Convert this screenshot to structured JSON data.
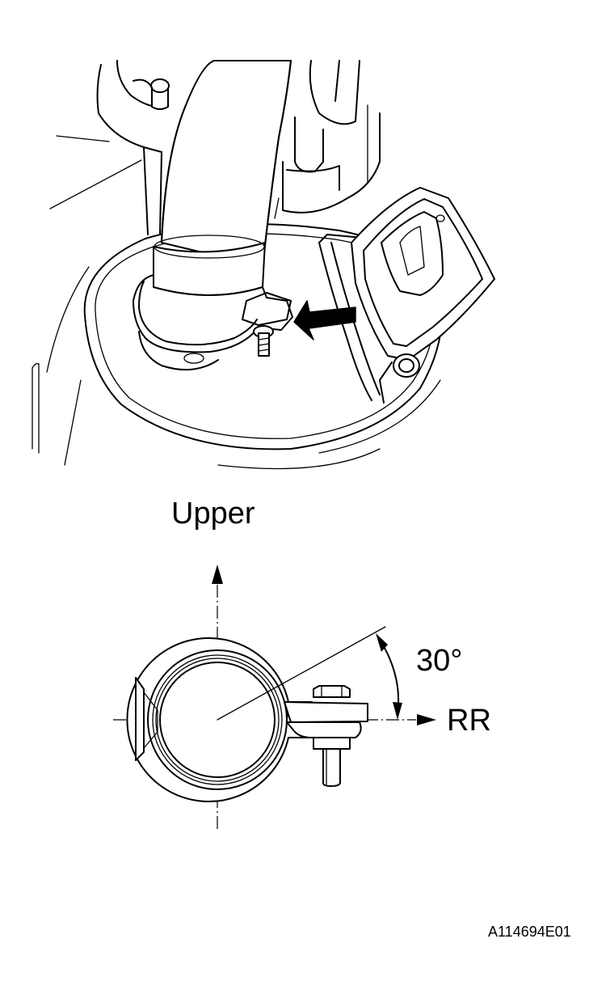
{
  "labels": {
    "upper": "Upper",
    "angle": "30°",
    "rear": "RR",
    "figure_id": "A114694E01"
  },
  "colors": {
    "line": "#000000",
    "background": "#ffffff"
  }
}
